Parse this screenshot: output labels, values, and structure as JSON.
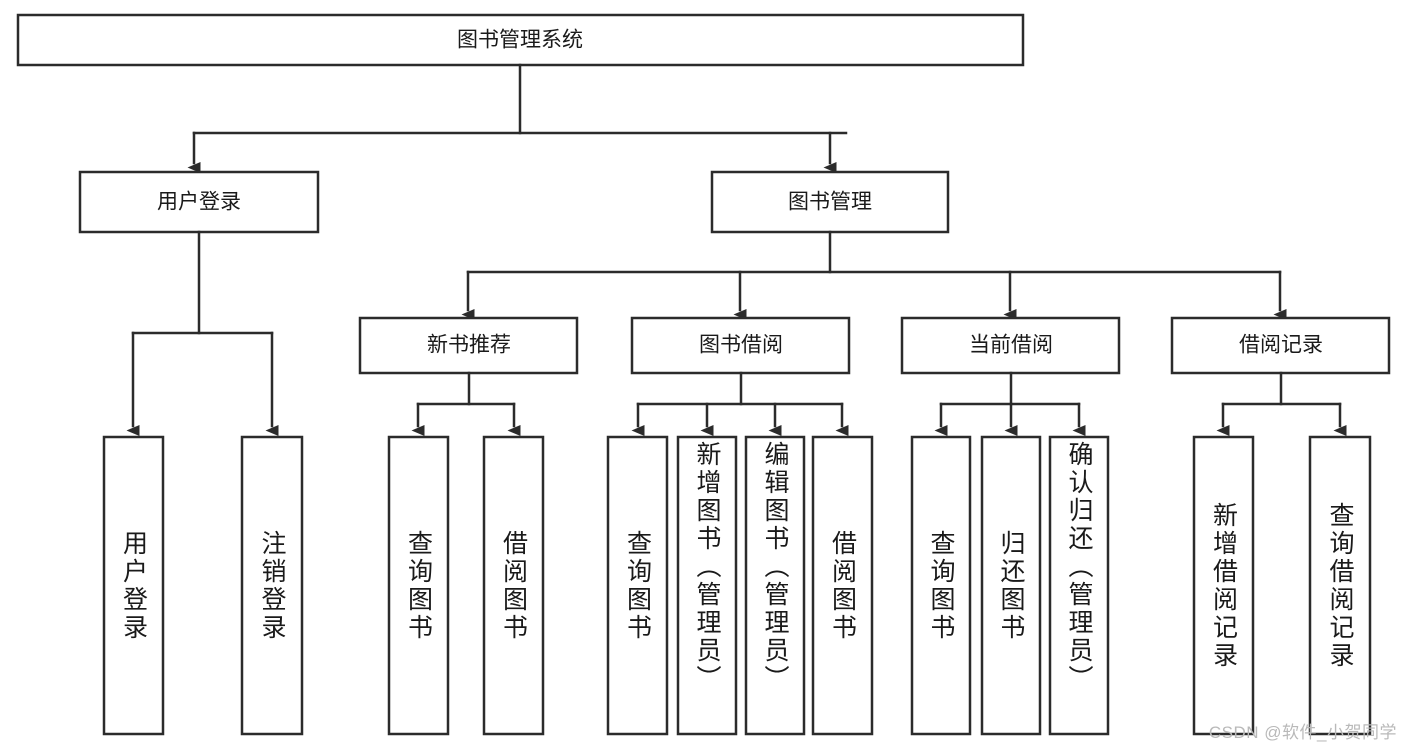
{
  "diagram": {
    "type": "tree",
    "title": "图书管理系统",
    "watermark": "CSDN @软件_小贺同学",
    "colors": {
      "stroke": "#2b2b2b",
      "fill": "#ffffff",
      "text": "#1a1a1a",
      "watermark": "#b9b9b9"
    },
    "levels": {
      "root": {
        "label": "图书管理系统"
      },
      "level1": [
        {
          "id": "user-login",
          "label": "用户登录"
        },
        {
          "id": "book-manage",
          "label": "图书管理"
        }
      ],
      "level2": [
        {
          "id": "new-book-recommend",
          "label": "新书推荐",
          "parent": "book-manage"
        },
        {
          "id": "book-borrow",
          "label": "图书借阅",
          "parent": "book-manage"
        },
        {
          "id": "current-borrow",
          "label": "当前借阅",
          "parent": "book-manage"
        },
        {
          "id": "borrow-record",
          "label": "借阅记录",
          "parent": "book-manage"
        }
      ],
      "leaves": [
        {
          "id": "leaf-user-login",
          "label": "用户登录",
          "parent": "user-login"
        },
        {
          "id": "leaf-logout-login",
          "label": "注销登录",
          "parent": "user-login"
        },
        {
          "id": "leaf-query-book-1",
          "label": "查询图书",
          "parent": "new-book-recommend"
        },
        {
          "id": "leaf-borrow-book-1",
          "label": "借阅图书",
          "parent": "new-book-recommend"
        },
        {
          "id": "leaf-query-book-2",
          "label": "查询图书",
          "parent": "book-borrow"
        },
        {
          "id": "leaf-add-book",
          "label": "新增图书（管理员）",
          "parent": "book-borrow"
        },
        {
          "id": "leaf-edit-book",
          "label": "编辑图书（管理员）",
          "parent": "book-borrow"
        },
        {
          "id": "leaf-borrow-book-2",
          "label": "借阅图书",
          "parent": "book-borrow"
        },
        {
          "id": "leaf-query-book-3",
          "label": "查询图书",
          "parent": "current-borrow"
        },
        {
          "id": "leaf-return-book",
          "label": "归还图书",
          "parent": "current-borrow"
        },
        {
          "id": "leaf-confirm-return",
          "label": "确认归还（管理员）",
          "parent": "current-borrow"
        },
        {
          "id": "leaf-add-record",
          "label": "新增借阅记录",
          "parent": "borrow-record"
        },
        {
          "id": "leaf-query-record",
          "label": "查询借阅记录",
          "parent": "borrow-record"
        }
      ]
    }
  }
}
